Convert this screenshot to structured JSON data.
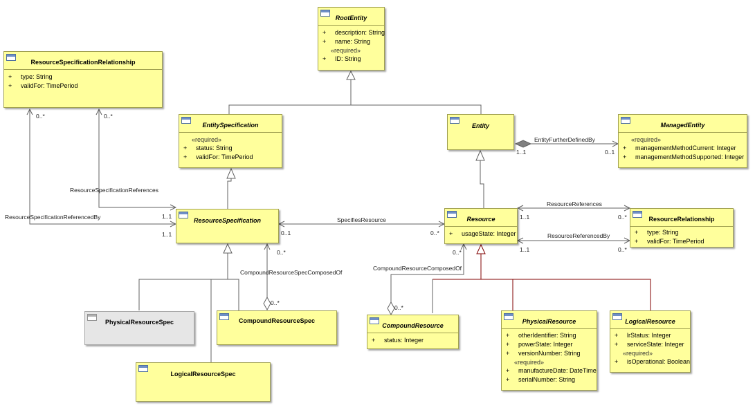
{
  "classes": {
    "root_entity": {
      "name": "RootEntity",
      "attrs": [
        "description: String",
        "name: String"
      ],
      "stereotype": "«required»",
      "req_attrs": [
        "ID: String"
      ]
    },
    "resource_spec_relationship": {
      "name": "ResourceSpecificationRelationship",
      "attrs": [
        "type: String",
        "validFor: TimePeriod"
      ]
    },
    "entity_specification": {
      "name": "EntitySpecification",
      "stereotype": "«required»",
      "req_attrs": [
        "status: String",
        "validFor: TimePeriod"
      ]
    },
    "entity": {
      "name": "Entity"
    },
    "managed_entity": {
      "name": "ManagedEntity",
      "stereotype": "«required»",
      "req_attrs": [
        "managementMethodCurrent: Integer",
        "managementMethodSupported: Integer"
      ]
    },
    "resource_specification": {
      "name": "ResourceSpecification"
    },
    "resource": {
      "name": "Resource",
      "attrs": [
        "usageState: Integer"
      ]
    },
    "resource_relationship": {
      "name": "ResourceRelationship",
      "attrs": [
        "type: String",
        "validFor: TimePeriod"
      ]
    },
    "physical_resource_spec": {
      "name": "PhysicalResourceSpec"
    },
    "compound_resource_spec": {
      "name": "CompoundResourceSpec"
    },
    "logical_resource_spec": {
      "name": "LogicalResourceSpec"
    },
    "compound_resource": {
      "name": "CompoundResource",
      "attrs": [
        "status: Integer"
      ]
    },
    "physical_resource": {
      "name": "PhysicalResource",
      "attrs": [
        "otherIdentifier: String",
        "powerState: Integer",
        "versionNumber: String"
      ],
      "stereotype": "«required»",
      "req_attrs": [
        "manufactureDate: DateTime",
        "serialNumber: String"
      ]
    },
    "logical_resource": {
      "name": "LogicalResource",
      "attrs": [
        "lrStatus: Integer",
        "serviceState: Integer"
      ],
      "stereotype": "«required»",
      "req_attrs": [
        "isOperational: Boolean"
      ]
    }
  },
  "visibility": "+",
  "associations": {
    "entity_further_defined_by": "EntityFurtherDefinedBy",
    "resource_spec_references": "ResourceSpecificationReferences",
    "resource_spec_referenced_by": "ResourceSpecificationReferencedBy",
    "specifies_resource": "SpecifiesResource",
    "resource_references": "ResourceReferences",
    "resource_referenced_by": "ResourceReferencedBy",
    "compound_resource_spec_composed_of": "CompoundResourceSpecComposedOf",
    "compound_resource_composed_of": "CompoundResourceComposedOf"
  },
  "multiplicities": {
    "one": "1..1",
    "zero_one": "0..1",
    "many": "0..*"
  },
  "colors": {
    "class_fill": "#ffff9c",
    "class_border": "#a0a050",
    "grey_fill": "#e6e6e6",
    "line": "#606060",
    "realization": "#800000"
  }
}
